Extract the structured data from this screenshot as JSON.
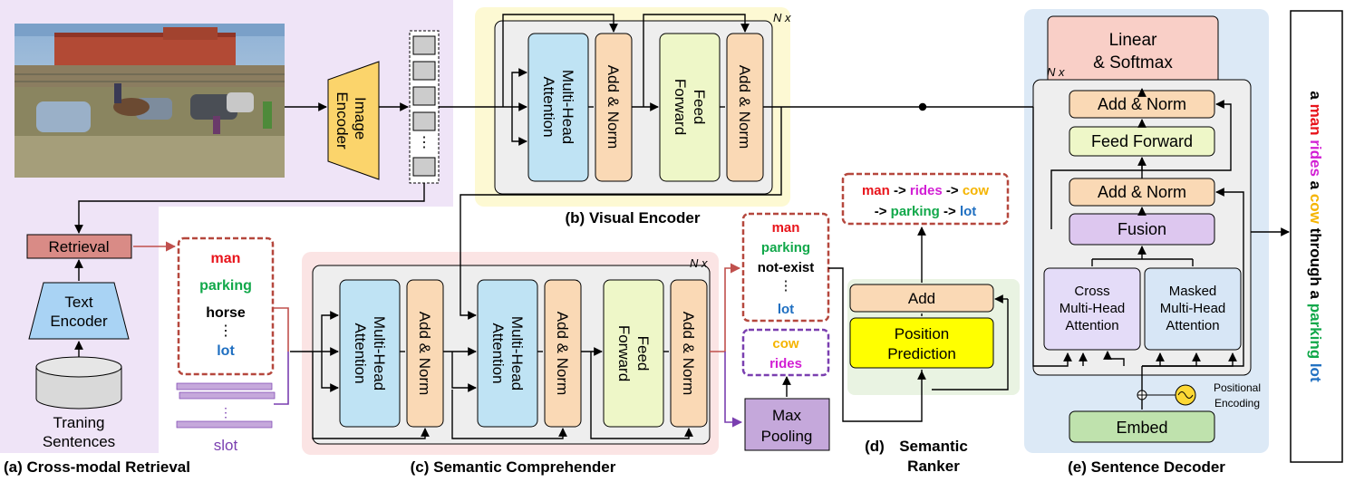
{
  "panels": {
    "a": "(a) Cross-modal Retrieval",
    "b": "(b) Visual Encoder",
    "c": "(c) Semantic Comprehender",
    "d_label": "(d)",
    "d_line1": "Semantic",
    "d_line2": "Ranker",
    "e": "(e) Sentence Decoder"
  },
  "nx": "N x",
  "image_encoder": [
    "Image",
    "Encoder"
  ],
  "text_encoder": [
    "Text",
    "Encoder"
  ],
  "retrieval": "Retrieval",
  "training": [
    "Traning",
    "Sentences"
  ],
  "mha": [
    "Multi-Head",
    "Attention"
  ],
  "add_norm": "Add & Norm",
  "feed_forward": [
    "Feed",
    "Forward"
  ],
  "dots": "⋮",
  "retrieved_words": [
    {
      "text": "man",
      "color": "#e8141b"
    },
    {
      "text": "parking",
      "color": "#11a84a"
    },
    {
      "text": "horse",
      "color": "#000000"
    },
    {
      "text": "lot",
      "color": "#1f6fc1"
    }
  ],
  "slot": "slot",
  "filtered_words": [
    {
      "text": "man",
      "color": "#e8141b"
    },
    {
      "text": "parking",
      "color": "#11a84a"
    },
    {
      "text": "not-exist",
      "color": "#000000"
    },
    {
      "text": "lot",
      "color": "#1f6fc1"
    }
  ],
  "predicted_words": [
    {
      "text": "cow",
      "color": "#f5b400"
    },
    {
      "text": "rides",
      "color": "#d21fd4"
    }
  ],
  "max_pooling": [
    "Max",
    "Pooling"
  ],
  "ranker": {
    "add": "Add",
    "position": [
      "Position",
      "Prediction"
    ]
  },
  "sequence": {
    "line1": [
      {
        "text": "man",
        "color": "#e8141b"
      },
      {
        "text": " -> ",
        "color": "#000000"
      },
      {
        "text": "rides",
        "color": "#d21fd4"
      },
      {
        "text": " -> ",
        "color": "#000000"
      },
      {
        "text": "cow",
        "color": "#f5b400"
      }
    ],
    "line2": [
      {
        "text": "-> ",
        "color": "#000000"
      },
      {
        "text": "parking",
        "color": "#11a84a"
      },
      {
        "text": " -> ",
        "color": "#000000"
      },
      {
        "text": "lot",
        "color": "#1f6fc1"
      }
    ]
  },
  "decoder": {
    "linear": [
      "Linear",
      "& Softmax"
    ],
    "add_norm": "Add & Norm",
    "feed_forward": "Feed Forward",
    "fusion": "Fusion",
    "cross": [
      "Cross",
      "Multi-Head",
      "Attention"
    ],
    "masked": [
      "Masked",
      "Multi-Head",
      "Attention"
    ],
    "embed": "Embed",
    "positional": [
      "Positional",
      "Encoding"
    ]
  },
  "caption": [
    {
      "text": "a ",
      "color": "#000000"
    },
    {
      "text": "man",
      "color": "#e8141b"
    },
    {
      "text": " rides",
      "color": "#d21fd4"
    },
    {
      "text": " a ",
      "color": "#000000"
    },
    {
      "text": "cow",
      "color": "#f5b400"
    },
    {
      "text": " through a ",
      "color": "#000000"
    },
    {
      "text": "parking",
      "color": "#11a84a"
    },
    {
      "text": " lot",
      "color": "#1f6fc1"
    }
  ],
  "colors": {
    "bg_a": "#efe4f7",
    "bg_b": "#fdf9d3",
    "bg_c": "#fbe4e4",
    "bg_d": "#e9f3e2",
    "bg_e": "#dce9f6",
    "mha": "#bfe3f4",
    "add_norm": "#fad9b5",
    "ff": "#eef7c8",
    "encoder": "#fbd46b",
    "text_encoder": "#a9d3f4",
    "retrieval": "#d98b86",
    "max_pool": "#c5a8db",
    "position": "#ffff00",
    "linear": "#f9cfc7",
    "fusion": "#ddc7ef",
    "cross": "#e4dcf8",
    "masked": "#d7e6f6",
    "embed": "#bfe2ad",
    "red_dash": "#b5473d",
    "purple_dash": "#7a3fb0"
  }
}
